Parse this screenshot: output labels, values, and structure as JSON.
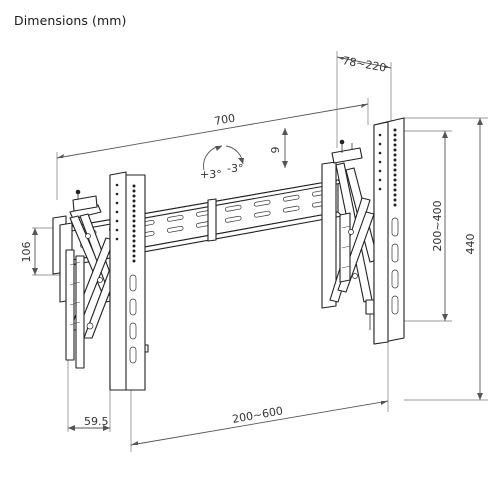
{
  "title": "Dimensions (mm)",
  "dimensions": {
    "width_total": "700",
    "tilt_plus": "+3°",
    "tilt_minus": "-3°",
    "depth_adjust": "9",
    "profile": "78~220",
    "height_total": "440",
    "vertical_spacing": "200~400",
    "left_height": "106",
    "min_depth": "59.5",
    "horizontal_spacing": "200~600"
  },
  "colors": {
    "line": "#222222",
    "dimension": "#555555",
    "background": "#ffffff"
  }
}
